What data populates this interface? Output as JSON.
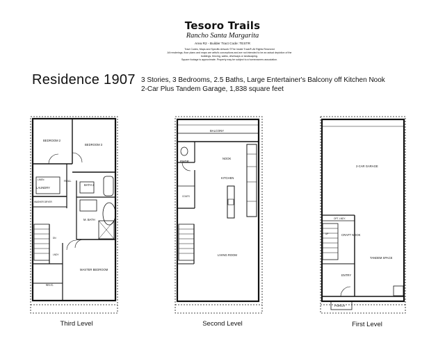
{
  "header": {
    "title": "Tesoro Trails",
    "subtitle": "Rancho Santa Margarita",
    "tract": "Area R2 - Builder Tract Code: TESTR",
    "disclaimer": [
      "Tract Codes, Maps and Specific Artwork ©The Inside Track®-All Rights Reserved",
      "All renderings, floor plans and maps are artist's conceptions and are not intended to be an actual depiction of the",
      "buildings, fencing, walks, driveways or landscaping.",
      "Square footage is approximate. Property may be subject to a homeowners association."
    ]
  },
  "residence": {
    "name": "Residence 1907",
    "features_line1": "3 Stories,  3 Bedrooms,  2.5 Baths,  Large Entertainer's Balcony off Kitchen Nook",
    "features_line2": "2-Car Plus Tandem Garage, 1,838 square feet"
  },
  "levels": {
    "third": {
      "caption": "Third Level",
      "rooms": {
        "bedroom2": "BEDROOM 2",
        "bedroom3": "BEDROOM 3",
        "linen": "LINEN",
        "laundry": "LAUNDRY",
        "hall": "HALL",
        "bath2": "BATH 2",
        "washer_dryer": "WASHER DRYER",
        "m_bath": "M. BATH",
        "master_bedroom": "MASTER BEDROOM",
        "wic": "W.I.C.",
        "lndy": "LNDY",
        "dn": "DN"
      }
    },
    "second": {
      "caption": "Second Level",
      "rooms": {
        "balcony": "BALCONY",
        "nook": "NOOK",
        "pwdr": "PWDR",
        "kitchen": "KITCHEN",
        "coats": "COATS",
        "living_room": "LIVING ROOM"
      }
    },
    "first": {
      "caption": "First Level",
      "rooms": {
        "garage": "2-CAR GARAGE",
        "opt_lndy": "OPT. LNDY.",
        "craft_nook": "CRAFT NOOK",
        "tandem_space": "TANDEM SPACE",
        "entry": "ENTRY",
        "porch": "PORCH",
        "up": "UP"
      }
    }
  }
}
